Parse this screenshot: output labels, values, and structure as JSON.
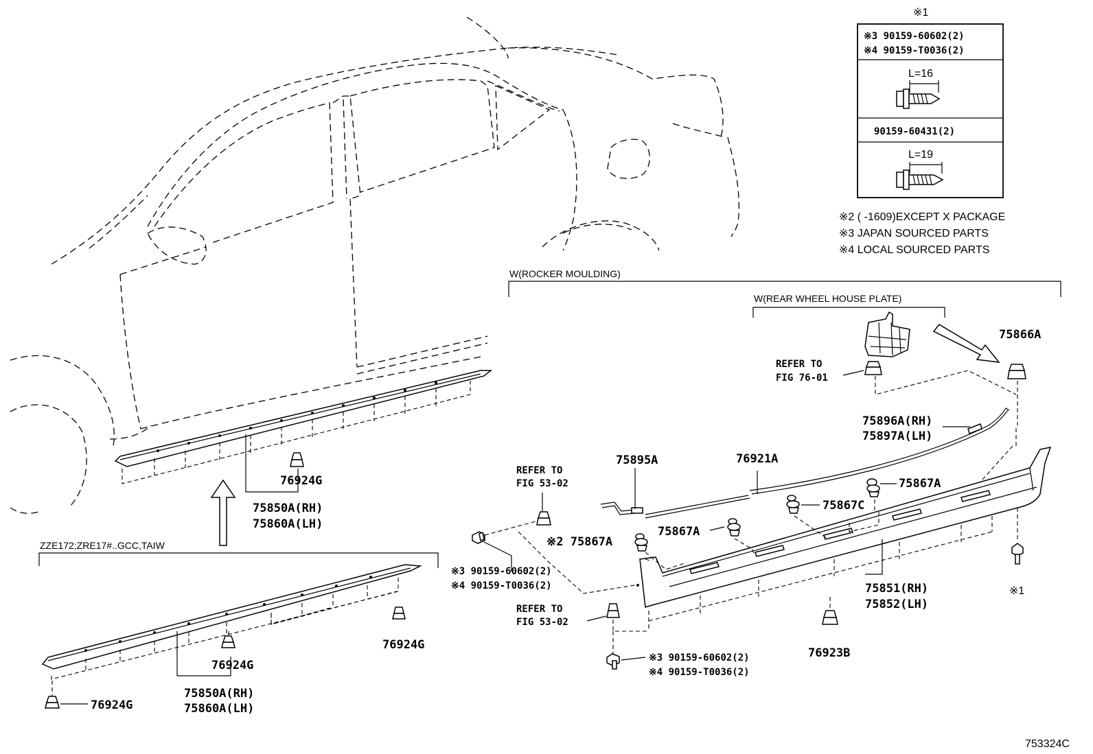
{
  "legend_box": {
    "title": "※1",
    "row1_line1": "※3 90159-60602(2)",
    "row1_line2": "※4 90159-T0036(2)",
    "length1": "L=16",
    "row3": "90159-60431(2)",
    "length2": "L=19"
  },
  "notes": [
    "※2 (      -1609)EXCEPT X PACKAGE",
    "※3 JAPAN SOURCED PARTS",
    "※4 LOCAL SOURCED PARTS"
  ],
  "groups": {
    "rocker": "W(ROCKER MOULDING)",
    "rear_wheel": "W(REAR WHEEL HOUSE PLATE)",
    "variant": "ZZE172;ZRE17#..GCC,TAIW"
  },
  "labels": {
    "p76924G_a": "76924G",
    "p75850A_a": "75850A(RH)",
    "p75860A_a": "75860A(LH)",
    "p76924G_b": "76924G",
    "p76924G_c": "76924G",
    "p76924G_d": "76924G",
    "p75850A_b": "75850A(RH)",
    "p75860A_b": "75860A(LH)",
    "refer_76_1": "REFER TO",
    "refer_76_2": "FIG 76-01",
    "p75866A": "75866A",
    "p75896A": "75896A(RH)",
    "p75897A": "75897A(LH)",
    "p75895A": "75895A",
    "p76921A": "76921A",
    "refer_53a_1": "REFER TO",
    "refer_53a_2": "FIG 53-02",
    "p75867A_a": "75867A",
    "p75867C": "75867C",
    "p75867A_b": "75867A",
    "p75867A_c": "※2 75867A",
    "scr_a1": "※3 90159-60602(2)",
    "scr_a2": "※4 90159-T0036(2)",
    "p75851": "75851(RH)",
    "p75852": "75852(LH)",
    "refer_53b_1": "REFER TO",
    "refer_53b_2": "FIG 53-02",
    "note1_mark": "※1",
    "p76923B": "76923B",
    "scr_b1": "※3 90159-60602(2)",
    "scr_b2": "※4 90159-T0036(2)"
  },
  "figure_id": "753324C"
}
